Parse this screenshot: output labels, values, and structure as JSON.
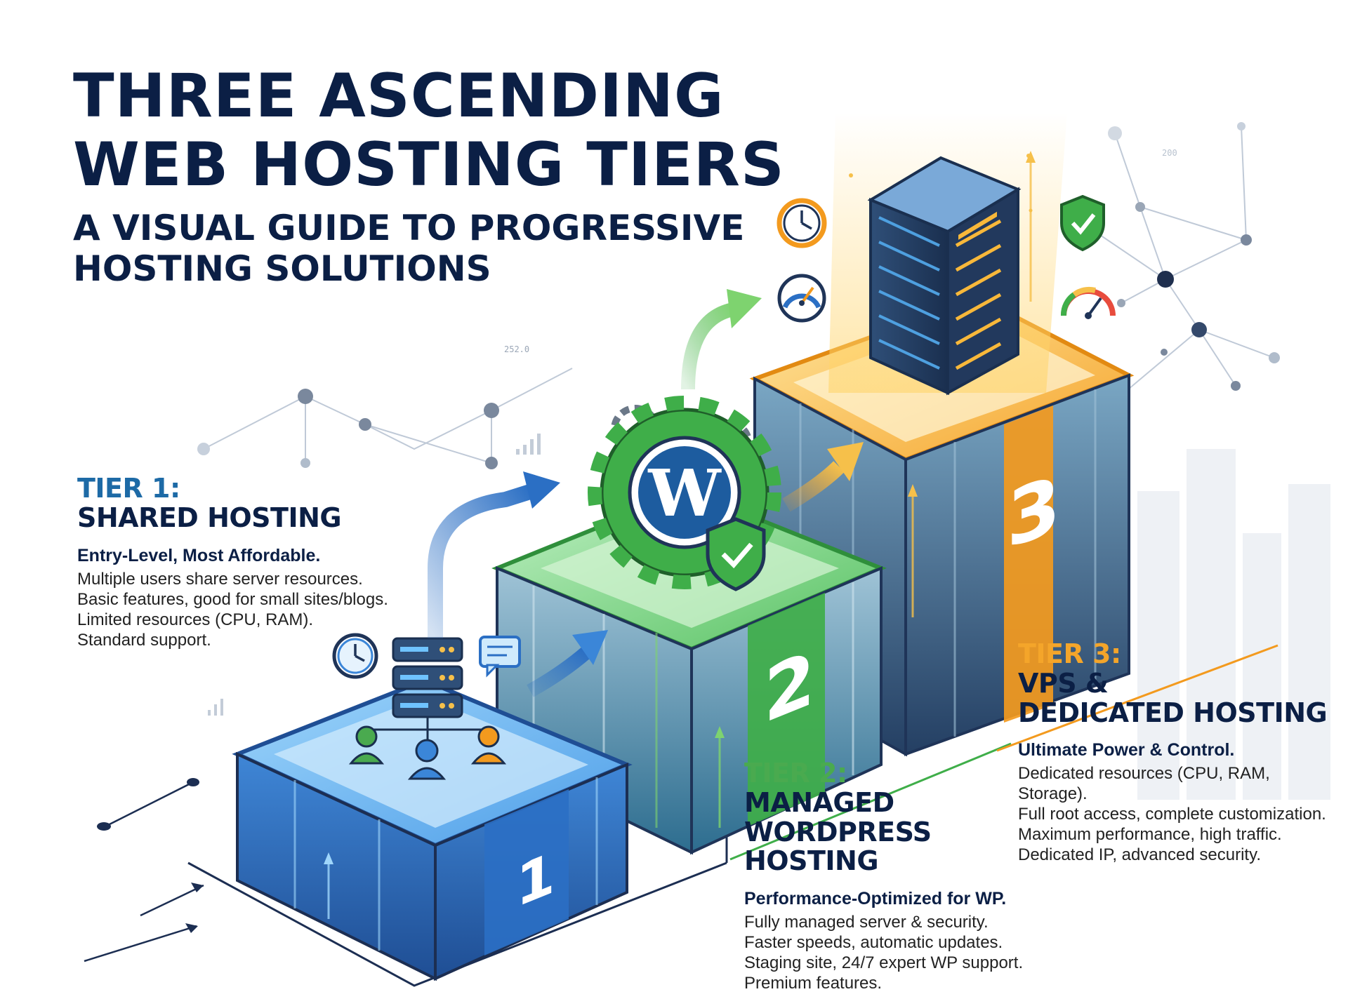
{
  "header": {
    "title_line1": "THREE ASCENDING",
    "title_line2": "WEB HOSTING TIERS",
    "subtitle_line1": "A VISUAL GUIDE TO PROGRESSIVE",
    "subtitle_line2": "HOSTING SOLUTIONS"
  },
  "tiers": [
    {
      "label": "TIER 1:",
      "name_lines": [
        "SHARED HOSTING"
      ],
      "tagline": "Entry-Level, Most Affordable.",
      "lines": [
        "Multiple users share server resources.",
        "Basic features, good for small sites/blogs.",
        "Limited resources (CPU, RAM).",
        "Standard support."
      ],
      "number": "1",
      "color": "#2b6fc4",
      "icons": [
        "clock-icon",
        "server-icon",
        "chat-icon",
        "users-icon"
      ]
    },
    {
      "label": "TIER 2:",
      "name_lines": [
        "MANAGED",
        "WORDPRESS HOSTING"
      ],
      "tagline": "Performance-Optimized for WP.",
      "lines": [
        "Fully managed server & security.",
        "Faster speeds, automatic updates.",
        "Staging site, 24/7 expert WP support.",
        "Premium features."
      ],
      "number": "2",
      "color": "#3fae49",
      "icons": [
        "wordpress-icon",
        "gear-icon",
        "shield-check-icon"
      ]
    },
    {
      "label": "TIER 3:",
      "name_lines": [
        "VPS &",
        "DEDICATED HOSTING"
      ],
      "tagline": "Ultimate Power & Control.",
      "lines": [
        "Dedicated resources (CPU, RAM, Storage).",
        "Full root access, complete customization.",
        "Maximum performance, high traffic.",
        "Dedicated IP, advanced security."
      ],
      "number": "3",
      "color": "#f39a1e",
      "icons": [
        "server-tower-icon",
        "clock-icon",
        "speedometer-icon",
        "shield-check-icon",
        "gauge-icon"
      ]
    }
  ],
  "decor_labels": [
    "252.0",
    "200"
  ],
  "colors": {
    "navy": "#0b1f45",
    "tier1": "#2b6fc4",
    "tier2": "#3fae49",
    "tier3": "#f39a1e"
  }
}
